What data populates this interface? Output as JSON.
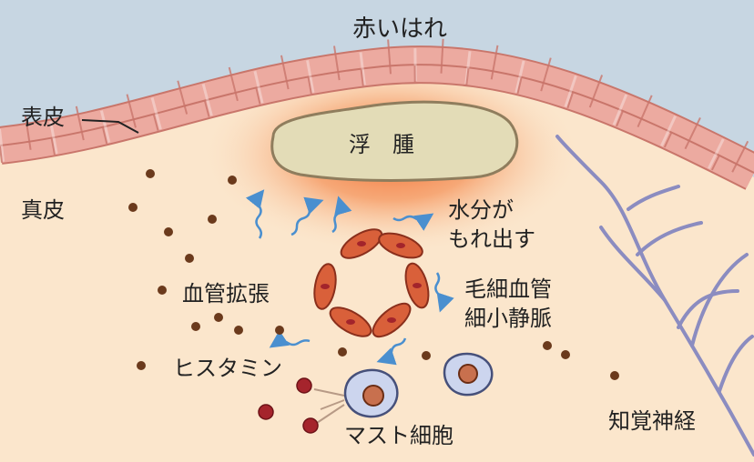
{
  "labels": {
    "title": "赤いはれ",
    "epidermis": "表皮",
    "dermis": "真皮",
    "edema": "浮　腫",
    "water_line1": "水分が",
    "water_line2": "もれ出す",
    "vasodilation": "血管拡張",
    "capillary_line1": "毛細血管",
    "capillary_line2": "細小静脈",
    "histamine": "ヒスタミン",
    "mast_cell": "マスト細胞",
    "sensory_nerve": "知覚神経"
  },
  "colors": {
    "sky": "#c7d6e2",
    "skin": "#fbe6cc",
    "epidermis_cell": "#ecaaa0",
    "epidermis_edge": "#c9766b",
    "edema_fill": "#e3dcb7",
    "inflammation": "#f0824a",
    "nerve": "#8b8cc0",
    "dot": "#6b3a1c",
    "histamine": "#a5242c",
    "red_cell": "#d9603a",
    "arrow": "#4a8fcf",
    "mast_cell": "#ccd5ee"
  }
}
